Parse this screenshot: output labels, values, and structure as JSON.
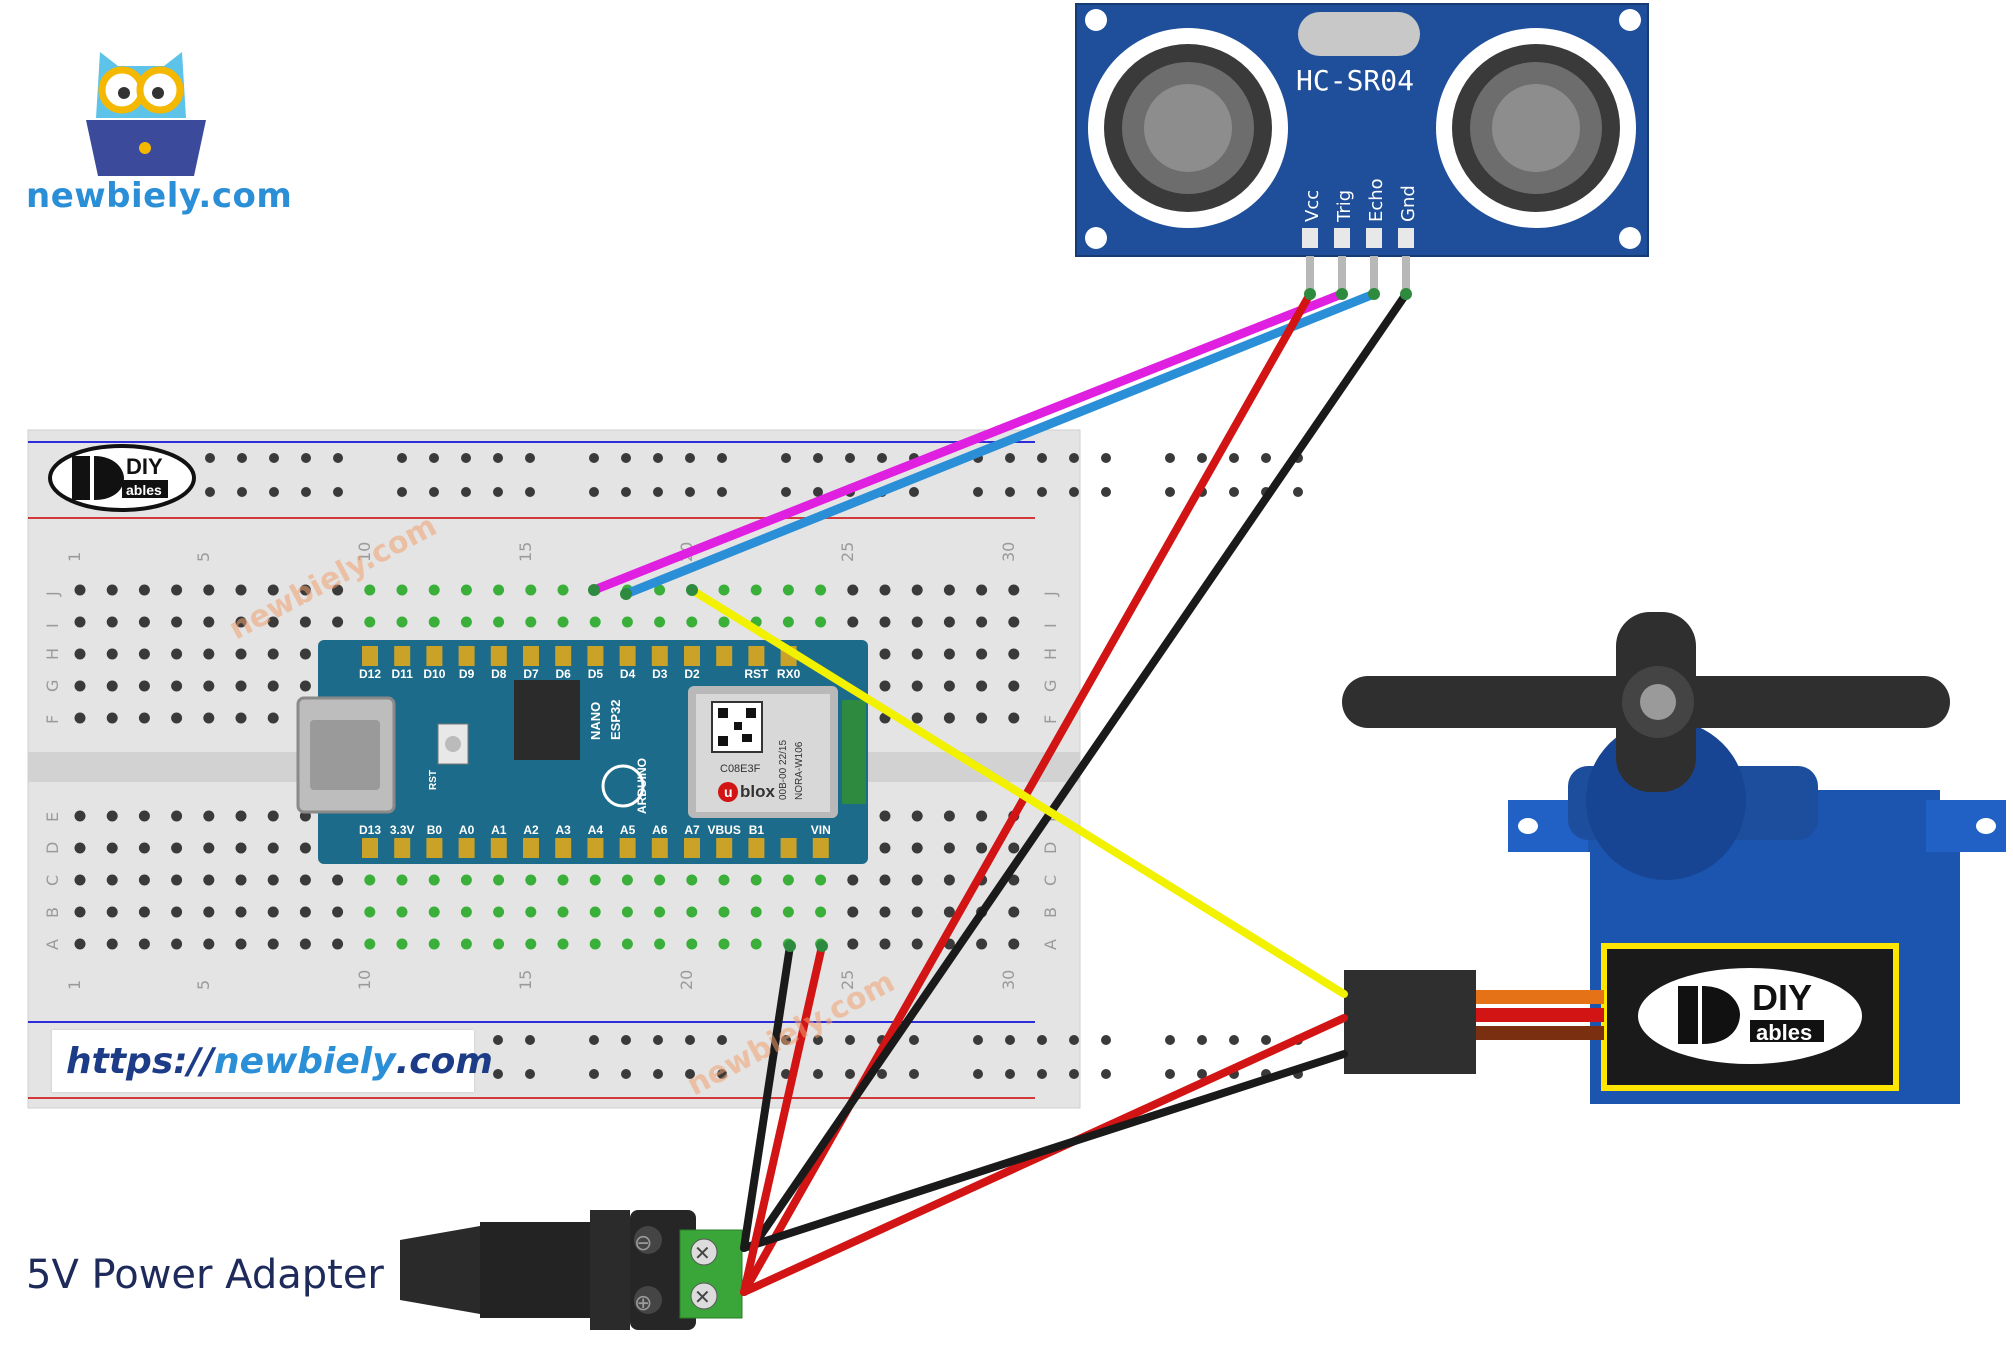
{
  "brand": {
    "name": "newbiely.com",
    "logo_icon": "owl-laptop-icon"
  },
  "url": {
    "part1": "https://",
    "part2": "newbiely",
    "part3": ".com"
  },
  "watermarks": [
    "newbiely.com",
    "newbiely.com"
  ],
  "sensor": {
    "model": "HC-SR04",
    "pins": [
      "Vcc",
      "Trig",
      "Echo",
      "Gnd"
    ]
  },
  "breadboard": {
    "logo_top": "DIY",
    "logo_bottom": "ables",
    "column_numbers": [
      "1",
      "5",
      "10",
      "15",
      "20",
      "25",
      "30"
    ],
    "row_letters_top": [
      "J",
      "I",
      "H",
      "G",
      "F"
    ],
    "row_letters_bottom": [
      "E",
      "D",
      "C",
      "B",
      "A"
    ]
  },
  "board": {
    "top_pins": [
      "D12",
      "D11",
      "D10",
      "D9",
      "D8",
      "D7",
      "D6",
      "D5",
      "D4",
      "D3",
      "D2",
      "",
      "RST",
      "RX0"
    ],
    "bottom_pins": [
      "D13",
      "3.3V",
      "B0",
      "A0",
      "A1",
      "A2",
      "A3",
      "A4",
      "A5",
      "A6",
      "A7",
      "VBUS",
      "B1",
      "",
      "VIN"
    ],
    "chip_label_1": "NANO",
    "chip_label_2": "ESP32",
    "brand": "ARDUINO",
    "module_code": "C08E3F",
    "module_id_1": "00B-00 22/15",
    "module_id_2": "NORA-W106",
    "module_brand": "blox",
    "module_brand_prefix": "u",
    "rst_label": "RST"
  },
  "servo": {
    "logo_top": "DIY",
    "logo_bottom": "ables"
  },
  "adapter": {
    "label": "5V Power Adapter",
    "minus": "⊖",
    "plus": "⊕"
  },
  "colors": {
    "wire_pink": "#e020e0",
    "wire_blue": "#2a8fd6",
    "wire_red": "#d21414",
    "wire_black": "#1a1a1a",
    "wire_yellow": "#f2f200",
    "sensor_blue": "#1f4f9a",
    "board_teal": "#1d6b8a",
    "servo_blue": "#1b55b0"
  }
}
